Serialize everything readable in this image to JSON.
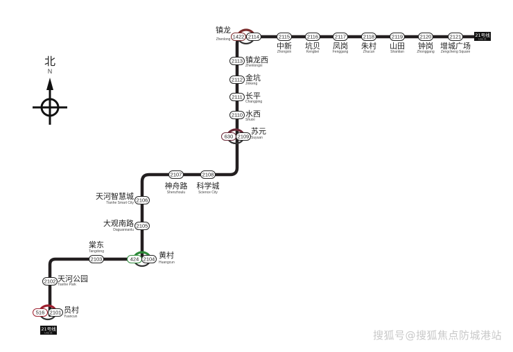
{
  "line": {
    "color": "#231f20",
    "badge": "21号线",
    "badge_sub": "Line 21"
  },
  "compass": {
    "label_cn": "北",
    "label_n": "N"
  },
  "watermark": "搜狐号@搜狐焦点防城港站",
  "stations": [
    {
      "id": "zhenlong",
      "cn": "镇龙",
      "en": "Zhenlong",
      "code": "2114",
      "transfer_code": "1422",
      "transfer_color": "#7b2d2d"
    },
    {
      "id": "zhongxin",
      "cn": "中新",
      "en": "Zhongxin",
      "code": "2115"
    },
    {
      "id": "kengbei",
      "cn": "坑贝",
      "en": "Kengbei",
      "code": "2116"
    },
    {
      "id": "fenggang",
      "cn": "凤岗",
      "en": "Fenggang",
      "code": "2117"
    },
    {
      "id": "zhucun",
      "cn": "朱村",
      "en": "Zhucun",
      "code": "2118"
    },
    {
      "id": "shantian",
      "cn": "山田",
      "en": "Shantian",
      "code": "2119"
    },
    {
      "id": "zhonggang",
      "cn": "钟岗",
      "en": "Zhonggang",
      "code": "2120"
    },
    {
      "id": "zengcheng",
      "cn": "增城广场",
      "en": "Zengcheng Square",
      "code": "2121"
    },
    {
      "id": "zhenlongxi",
      "cn": "镇龙西",
      "en": "Zhenlongxi",
      "code": "2113"
    },
    {
      "id": "jinkeng",
      "cn": "金坑",
      "en": "Jinkeng",
      "code": "2112"
    },
    {
      "id": "changping",
      "cn": "长平",
      "en": "Changping",
      "code": "2111"
    },
    {
      "id": "shuixi",
      "cn": "水西",
      "en": "Shuixi",
      "code": "2110"
    },
    {
      "id": "suyuan",
      "cn": "苏元",
      "en": "Suyuan",
      "code": "2109",
      "transfer_code": "630",
      "transfer_color": "#6b2a38"
    },
    {
      "id": "kexuecheng",
      "cn": "科学城",
      "en": "Science City",
      "code": "2108"
    },
    {
      "id": "shenzhoulu",
      "cn": "神舟路",
      "en": "Shenzhoulu",
      "code": "2107"
    },
    {
      "id": "tianhezhihui",
      "cn": "天河智慧城",
      "en": "Tianhe Smart City",
      "code": "2106"
    },
    {
      "id": "daguannanlu",
      "cn": "大观南路",
      "en": "Daguannanlu",
      "code": "2105"
    },
    {
      "id": "huangcun",
      "cn": "黄村",
      "en": "Huangcun",
      "code": "2104",
      "transfer_code": "424",
      "transfer_color": "#2e8b3a"
    },
    {
      "id": "tangdong",
      "cn": "棠东",
      "en": "Tangdong",
      "code": "2103"
    },
    {
      "id": "tianhegongyuan",
      "cn": "天河公园",
      "en": "Tianhe Park",
      "code": "2102"
    },
    {
      "id": "yuancun",
      "cn": "员村",
      "en": "Yuancun",
      "code": "2101",
      "transfer_code": "516",
      "transfer_color": "#9c1f2e"
    }
  ]
}
